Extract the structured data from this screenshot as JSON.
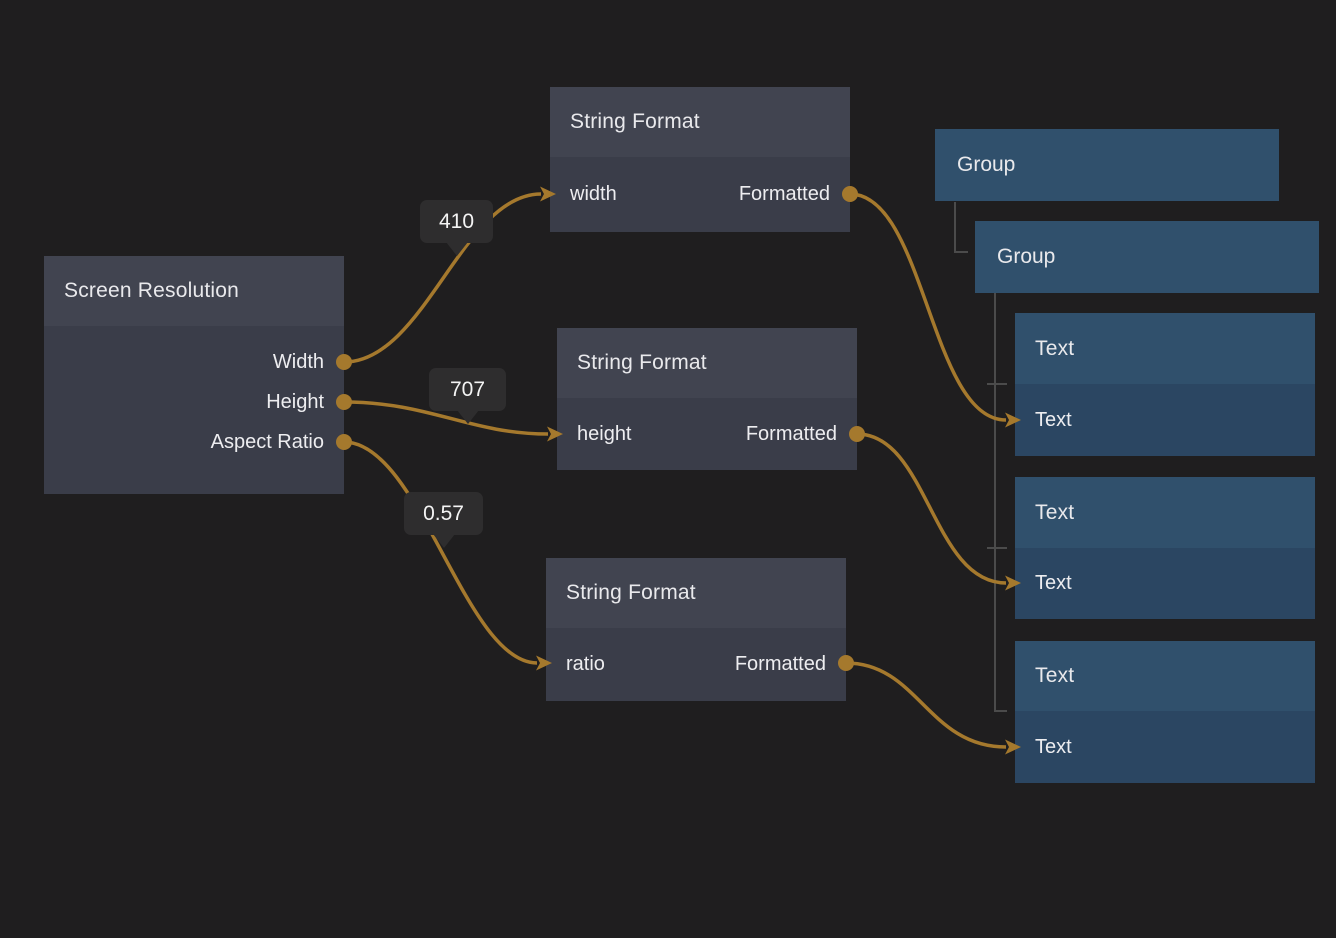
{
  "colors": {
    "canvas_background": "#1f1e1f",
    "operator_node_header": "#414450",
    "operator_node_body": "#3a3d49",
    "scene_node_header": "#30506c",
    "scene_node_body": "#2b4662",
    "wire": "#a5792d",
    "tree_line": "#4b4b4b",
    "badge_background": "#2e2d2e",
    "text": "#e9e9ec"
  },
  "nodes": {
    "screen_resolution": {
      "title": "Screen Resolution",
      "outputs": [
        "Width",
        "Height",
        "Aspect Ratio"
      ]
    },
    "string_format_width": {
      "title": "String Format",
      "input": "width",
      "output": "Formatted"
    },
    "string_format_height": {
      "title": "String Format",
      "input": "height",
      "output": "Formatted"
    },
    "string_format_ratio": {
      "title": "String Format",
      "input": "ratio",
      "output": "Formatted"
    },
    "group_outer": {
      "title": "Group"
    },
    "group_inner": {
      "title": "Group"
    },
    "text_width": {
      "title": "Text",
      "input": "Text"
    },
    "text_height": {
      "title": "Text",
      "input": "Text"
    },
    "text_ratio": {
      "title": "Text",
      "input": "Text"
    }
  },
  "value_badges": [
    {
      "value": "410"
    },
    {
      "value": "707"
    },
    {
      "value": "0.57"
    }
  ]
}
